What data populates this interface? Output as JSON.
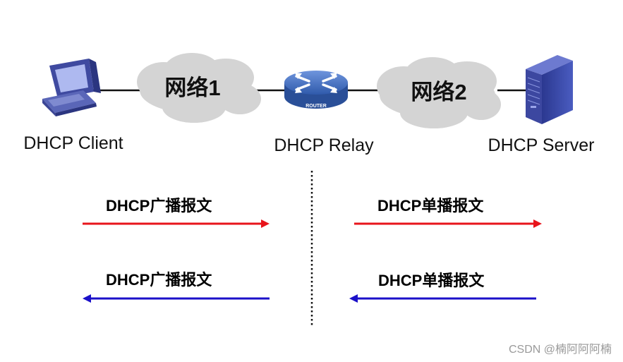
{
  "nodes": {
    "client": {
      "label": "DHCP Client",
      "icon": "desktop-computer-icon"
    },
    "network1": {
      "label": "网络1",
      "icon": "cloud-icon"
    },
    "relay": {
      "label": "DHCP Relay",
      "icon": "router-icon",
      "badge": "ROUTER"
    },
    "network2": {
      "label": "网络2",
      "icon": "cloud-icon"
    },
    "server": {
      "label": "DHCP Server",
      "icon": "tower-server-icon"
    }
  },
  "messages": {
    "left_top": {
      "label": "DHCP广播报文",
      "direction": "right",
      "color": "#e8141b"
    },
    "right_top": {
      "label": "DHCP单播报文",
      "direction": "right",
      "color": "#e8141b"
    },
    "left_bottom": {
      "label": "DHCP广播报文",
      "direction": "left",
      "color": "#1b10c9"
    },
    "right_bottom": {
      "label": "DHCP单播报文",
      "direction": "left",
      "color": "#1b10c9"
    }
  },
  "watermark": "CSDN @楠阿阿阿楠",
  "colors": {
    "cloud": "#d4d4d4",
    "router": "#3a62b4",
    "device": "#4a55a8",
    "link": "#111111",
    "divider": "#111111"
  }
}
